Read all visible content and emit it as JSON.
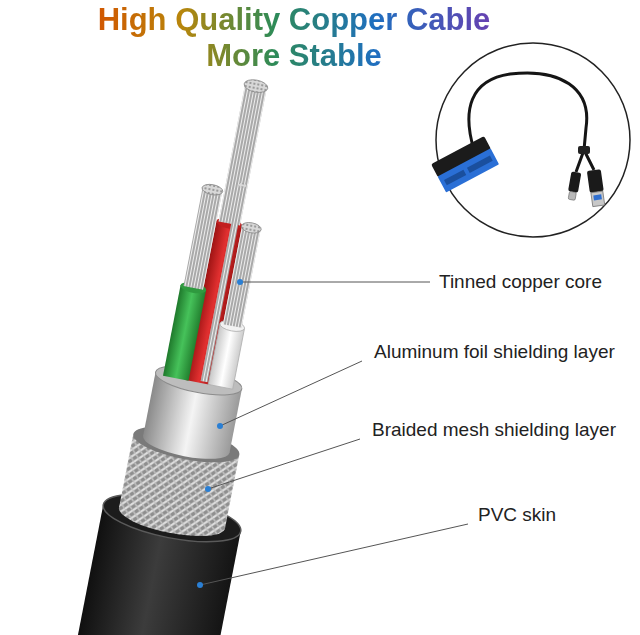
{
  "diagram": {
    "title": "High Quality Copper Cable More Stable",
    "labels": [
      "Tinned copper core",
      "Aluminum foil shielding layer",
      "Braided mesh shielding layer",
      "PVC skin"
    ]
  }
}
